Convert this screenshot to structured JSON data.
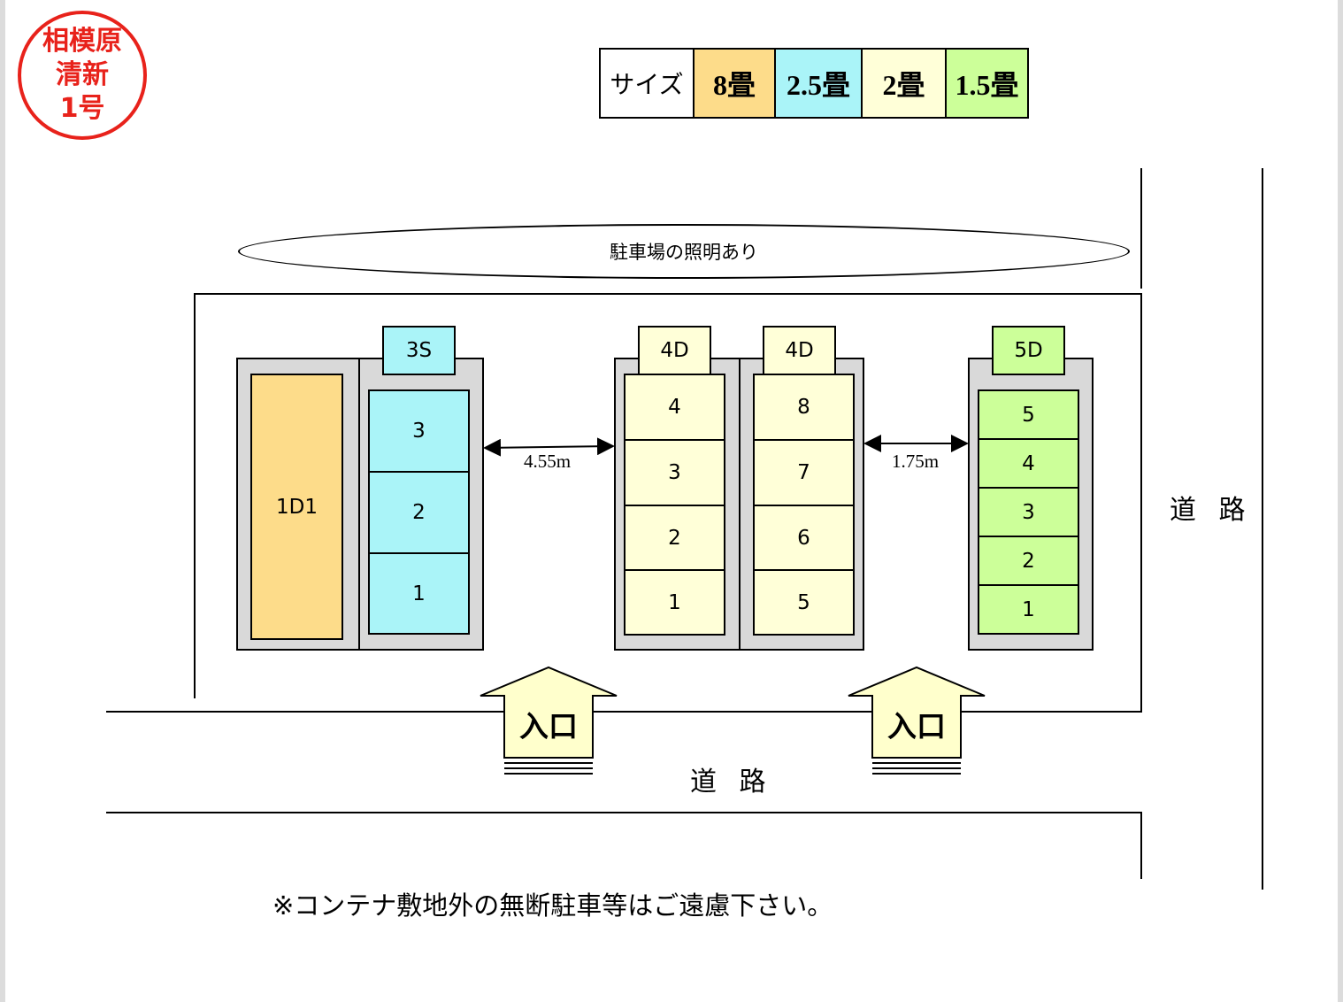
{
  "badge": {
    "line1": "相模原",
    "line2": "清新",
    "line3": "1号"
  },
  "legend": {
    "title": "サイズ",
    "items": [
      {
        "label": "8畳",
        "color": "#fddc8a"
      },
      {
        "label": "2.5畳",
        "color": "#aaf4f8"
      },
      {
        "label": "2畳",
        "color": "#ffffd8"
      },
      {
        "label": "1.5畳",
        "color": "#ccff99"
      }
    ]
  },
  "parking_light": "駐車場の照明あり",
  "blocks": {
    "d1": {
      "label": "1D1",
      "color": "#fddc8a"
    },
    "s3": {
      "tag": "3S",
      "color": "#aaf4f8",
      "units": [
        "3",
        "2",
        "1"
      ]
    },
    "d4a": {
      "tag": "4D",
      "color": "#ffffd8",
      "units": [
        "4",
        "3",
        "2",
        "1"
      ]
    },
    "d4b": {
      "tag": "4D",
      "color": "#ffffd8",
      "units": [
        "8",
        "7",
        "6",
        "5"
      ]
    },
    "d5": {
      "tag": "5D",
      "color": "#ccff99",
      "units": [
        "5",
        "4",
        "3",
        "2",
        "1"
      ]
    }
  },
  "dimensions": {
    "gap1": "4.55m",
    "gap2": "1.75m"
  },
  "entrance": {
    "label": "入口",
    "color": "#ffffcc"
  },
  "road_bottom": "道 路",
  "road_right": "道 路",
  "note": "※コンテナ敷地外の無断駐車等はご遠慮下さい。"
}
